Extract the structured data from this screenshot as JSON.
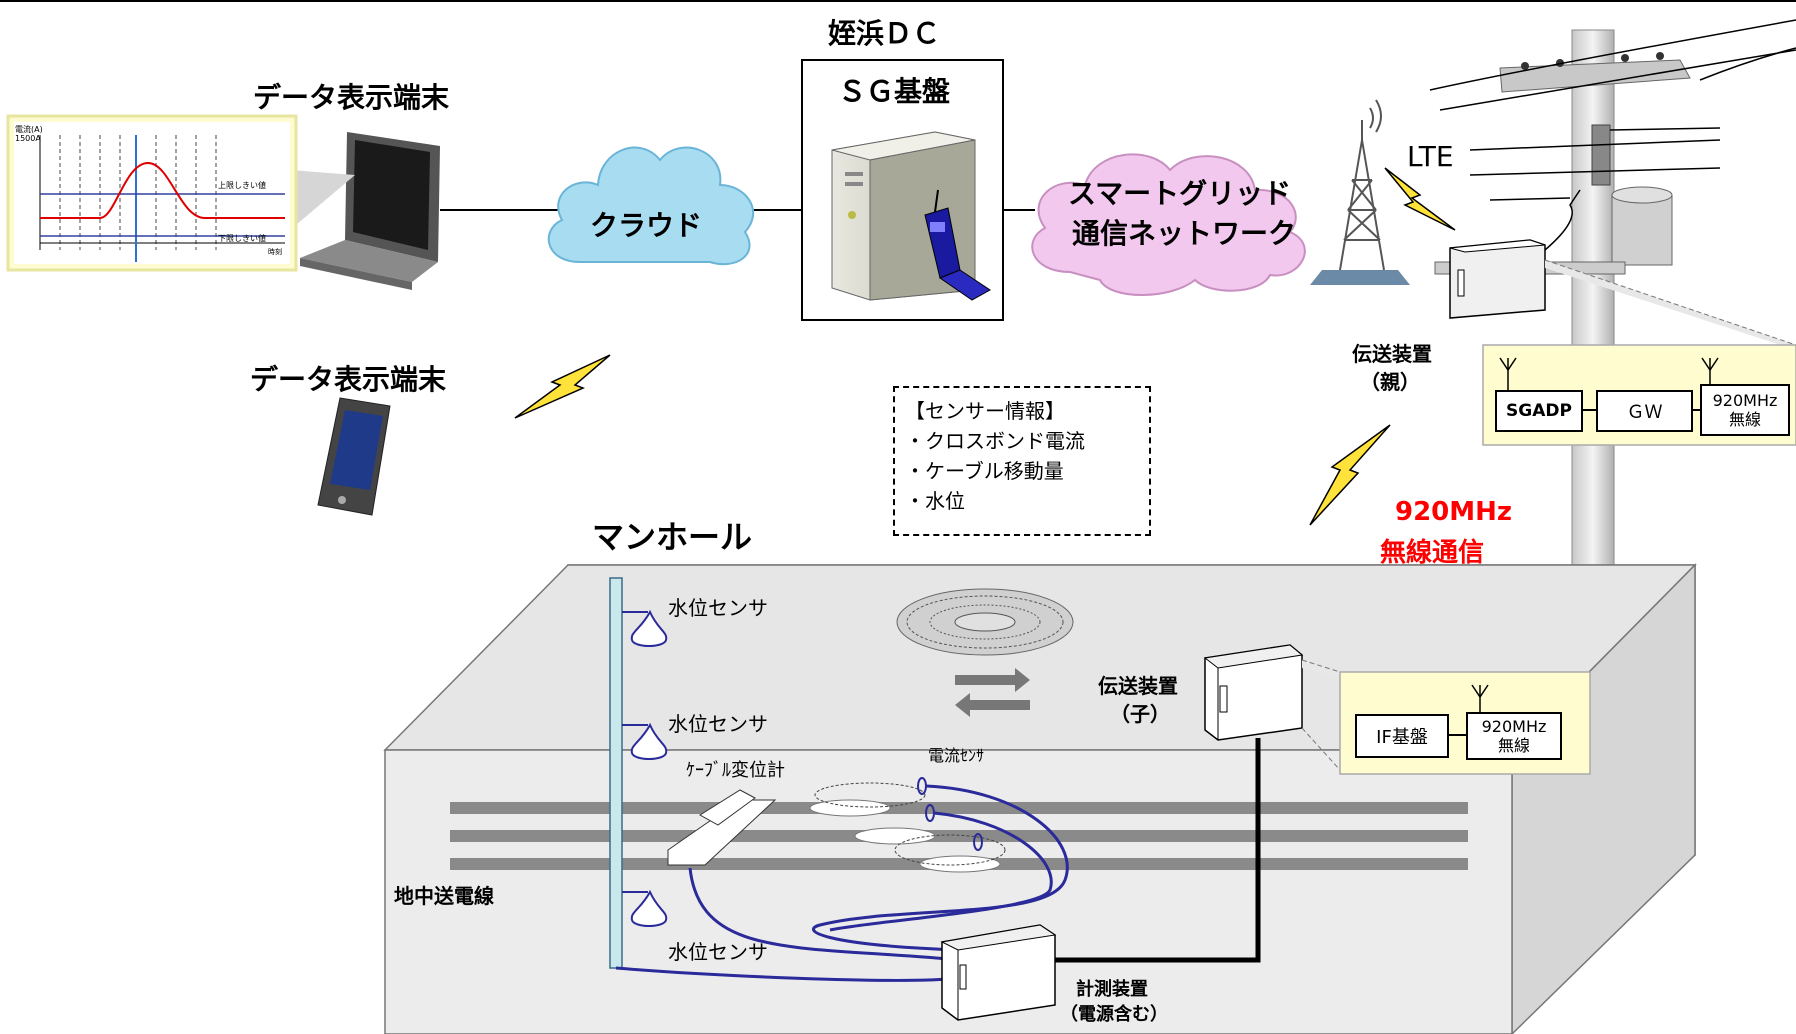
{
  "labels": {
    "dc_name": "姪浜ＤＣ",
    "sg_platform": "ＳＧ基盤",
    "data_terminal_pc": "データ表示端末",
    "data_terminal_mobile": "データ表示端末",
    "cloud": "クラウド",
    "smart_grid_line1": "スマートグリッド",
    "smart_grid_line2": "通信ネットワーク",
    "lte": "LTE",
    "transmitter_parent_line1": "伝送装置",
    "transmitter_parent_line2": "（親）",
    "wireless_920_line1": "920MHz",
    "wireless_920_line2": "無線通信",
    "manhole": "マンホール",
    "transmitter_child_line1": "伝送装置",
    "transmitter_child_line2": "（子）",
    "underground_line": "地中送電線",
    "measuring_unit_line1": "計測装置",
    "measuring_unit_line2": "（電源含む）",
    "water_sensor_1": "水位センサ",
    "water_sensor_2": "水位センサ",
    "water_sensor_3": "水位センサ",
    "cable_meter": "ｹｰﾌﾞﾙ変位計",
    "current_sensor": "電流ｾﾝｻ"
  },
  "sensor_info": {
    "title": "【センサー情報】",
    "items": [
      "・クロスボンド電流",
      "・ケーブル移動量",
      "・水位"
    ]
  },
  "parent_detail": {
    "sgadp": "SGADP",
    "gw": "ＧＷ",
    "radio_line1": "920MHz",
    "radio_line2": "無線"
  },
  "child_detail": {
    "if_board": "IF基盤",
    "radio_line1": "920MHz",
    "radio_line2": "無線"
  },
  "chart_inset": {
    "ylabel_line1": "電流(A)",
    "ylabel_line2": "1500A",
    "upper_limit": "上限しきい値",
    "lower_limit": "下限しきい値",
    "time": "時刻"
  },
  "colors": {
    "cloud_fill": "#a8dcf0",
    "network_cloud_fill": "#f3c8ee",
    "detail_box_fill": "#fffdd0",
    "cable_blue": "#2a2a9a",
    "alert_red": "#ff0000",
    "chart_curve": "#e00000"
  }
}
